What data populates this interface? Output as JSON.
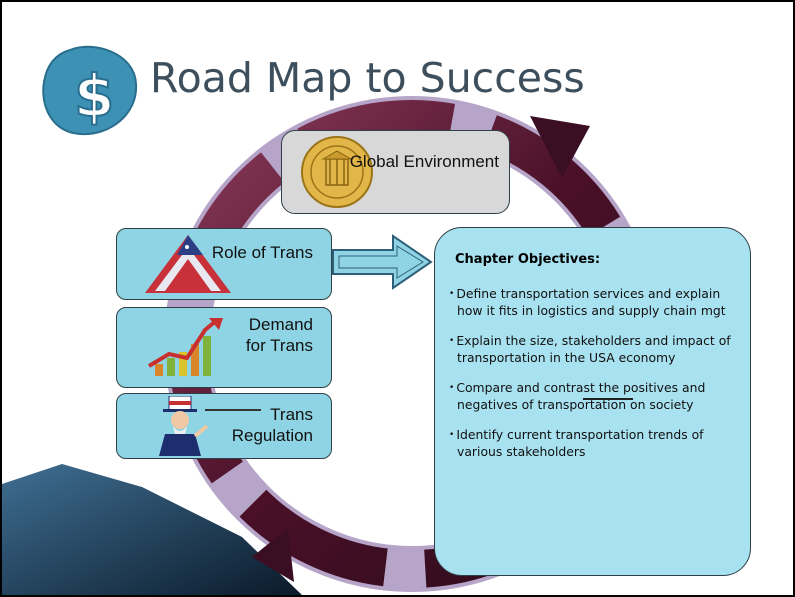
{
  "title": "Road Map to Success",
  "logo": {
    "glyph": "$",
    "color": "#3d91b4"
  },
  "global_box": {
    "label": "Global Environment",
    "icon": "state-seal-icon"
  },
  "left_boxes": [
    {
      "label": "Role of Trans",
      "icon": "flag-triangle-icon"
    },
    {
      "label": "Demand for Trans",
      "icon": "growth-chart-icon"
    },
    {
      "label": "Trans Regulation",
      "icon": "uncle-sam-icon"
    }
  ],
  "objectives": {
    "heading": "Chapter Objectives:",
    "bullet": "•",
    "items": [
      "Define transportation services and explain how it fits in logistics and supply chain mgt",
      "Explain the size, stakeholders and impact of transportation in the USA economy",
      "Compare and contrast the positives and negatives of transportation on society",
      "Identify current transportation trends of various stakeholders"
    ]
  },
  "colors": {
    "box_fill": "#8fd4e4",
    "objectives_fill": "#a8e1ef",
    "global_fill": "#d8d8d8",
    "ring": "#5a1a35",
    "title": "#3d4f5c"
  }
}
